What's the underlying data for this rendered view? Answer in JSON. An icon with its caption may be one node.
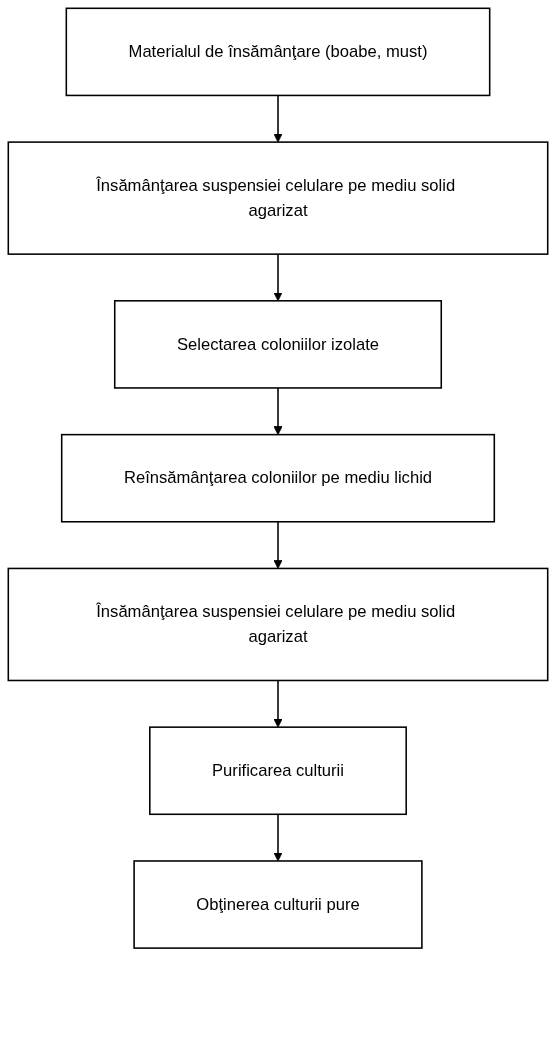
{
  "diagram": {
    "nodes": [
      {
        "text": [
          "Materialul de însămânţare (boabe, must)"
        ]
      },
      {
        "text": [
          "Însămânţarea suspensiei celulare pe mediu solid agarizat"
        ]
      },
      {
        "text": [
          "Selectarea coloniilor izolate"
        ]
      },
      {
        "text": [
          "Reînsămânţarea coloniilor pe mediu lichid"
        ]
      },
      {
        "text": [
          "Însămânţarea suspensiei celulare pe mediu solid agarizat"
        ]
      },
      {
        "text": [
          "Purificarea culturii"
        ]
      },
      {
        "text": [
          "Obţinerea culturii pure"
        ]
      }
    ],
    "edges": [
      {
        "from": 0,
        "to": 1,
        "arrow": "to"
      },
      {
        "from": 1,
        "to": 2,
        "arrow": "to"
      },
      {
        "from": 2,
        "to": 3,
        "arrow": "to"
      },
      {
        "from": 3,
        "to": 4,
        "arrow": "to"
      },
      {
        "from": 4,
        "to": 5,
        "arrow": "to"
      },
      {
        "from": 5,
        "to": 6,
        "arrow": "to"
      }
    ]
  }
}
